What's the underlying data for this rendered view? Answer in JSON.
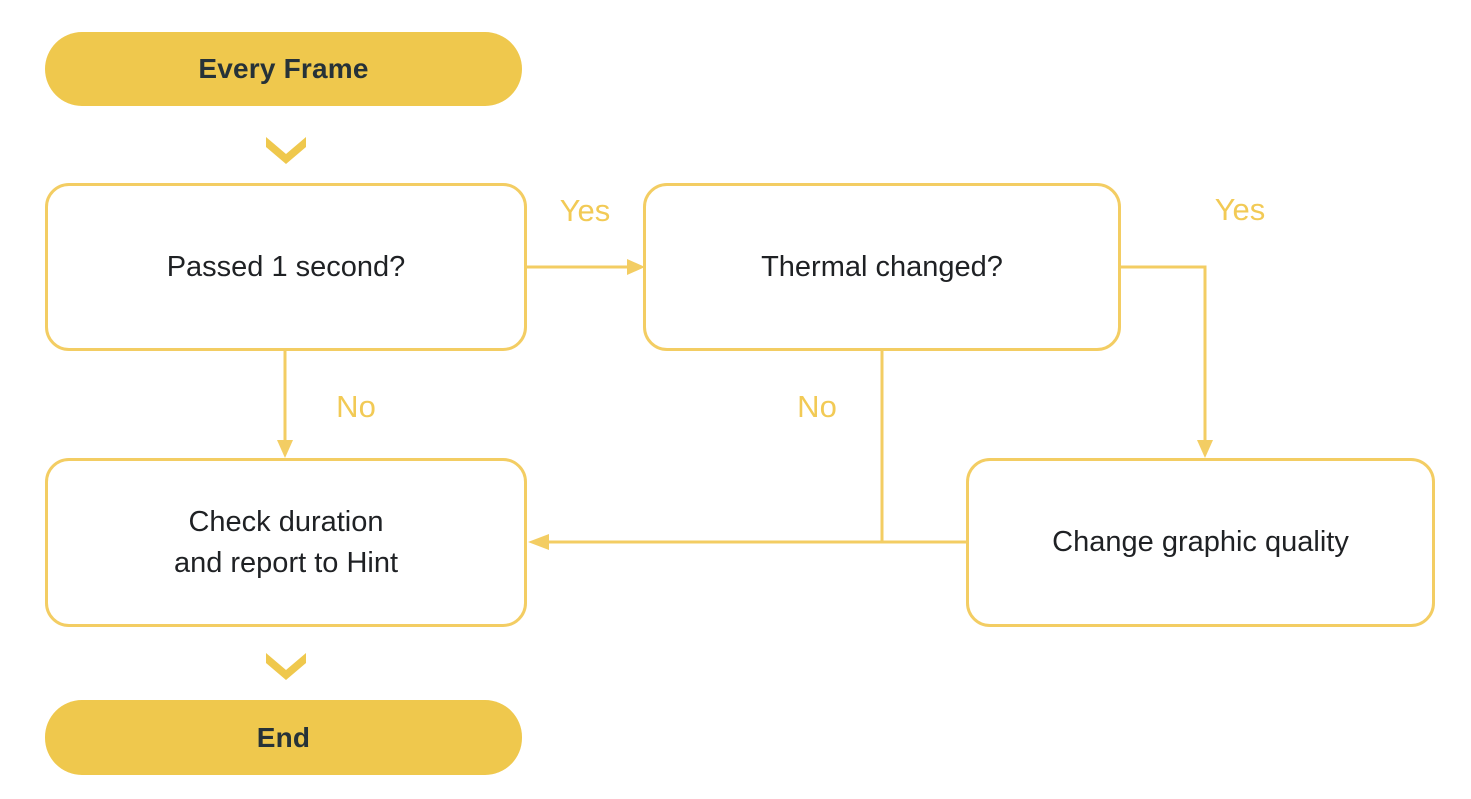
{
  "diagram": {
    "type": "flowchart",
    "description": "Per-frame thermal check flow"
  },
  "colors": {
    "node_fill": "#EFC84D",
    "line": "#F3CD63",
    "label": "#F2CA55",
    "terminator_text": "#263238",
    "process_text": "#1F2124",
    "box_fill": "#FFFFFF",
    "background": "#FFFFFF"
  },
  "nodes": {
    "start": {
      "shape": "terminator",
      "label": "Every Frame"
    },
    "passed": {
      "shape": "process",
      "label": "Passed 1 second?"
    },
    "thermal": {
      "shape": "process",
      "label": "Thermal changed?"
    },
    "check": {
      "shape": "process",
      "label_line1": "Check duration",
      "label_line2": "and report to Hint"
    },
    "change": {
      "shape": "process",
      "label": "Change graphic quality"
    },
    "end": {
      "shape": "terminator",
      "label": "End"
    }
  },
  "edge_labels": {
    "passed_yes": "Yes",
    "passed_no": "No",
    "thermal_yes": "Yes",
    "thermal_no": "No"
  },
  "icons": {
    "start_to_passed": "chevron-down-icon",
    "check_to_end": "chevron-down-icon"
  }
}
